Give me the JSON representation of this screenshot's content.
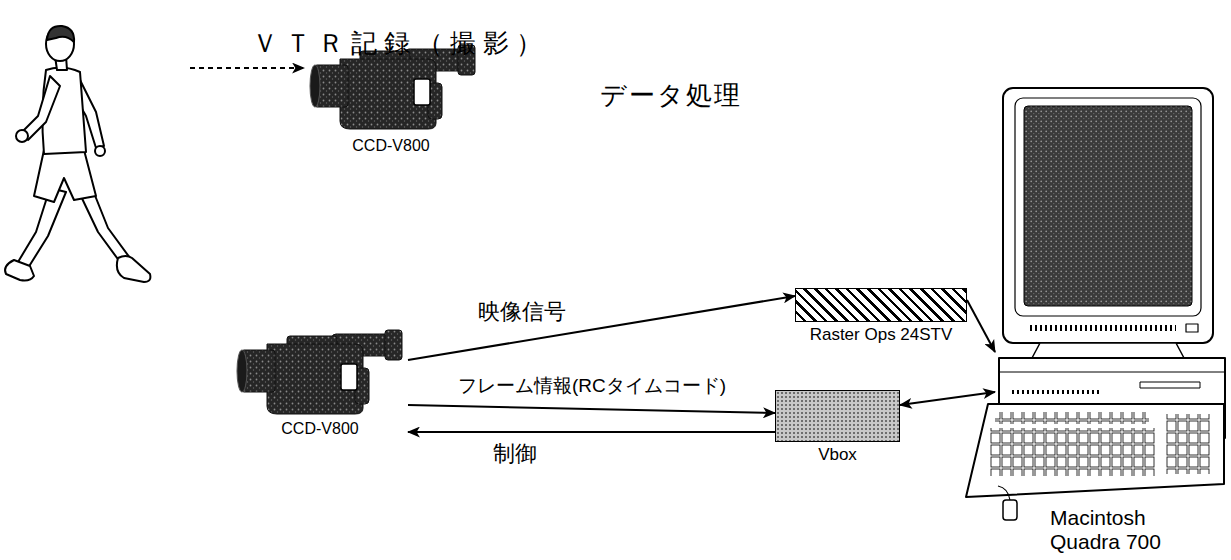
{
  "diagram": {
    "nodes": [
      {
        "text": [
          "CCD-V800"
        ]
      },
      {
        "text": [
          "CCD-V800"
        ]
      },
      {
        "text": [
          "Raster Ops 24STV"
        ]
      },
      {
        "text": [
          "Vbox"
        ]
      },
      {
        "text": [
          "Macintosh Quadra 700"
        ]
      }
    ],
    "edges": [
      {
        "from": 1,
        "to": 2,
        "label": "映像信号",
        "arrow": "to"
      },
      {
        "from": 1,
        "to": 3,
        "label": "フレーム情報(RCタイムコード)",
        "arrow": "to"
      },
      {
        "from": 3,
        "to": 1,
        "label": "制御",
        "arrow": "to"
      },
      {
        "from": 2,
        "to": 4,
        "arrow": "to"
      },
      {
        "from": 3,
        "to": 4,
        "arrow": "both"
      }
    ],
    "labels": [
      "ＶＴＲ記録（撮影）",
      "データ処理"
    ]
  }
}
